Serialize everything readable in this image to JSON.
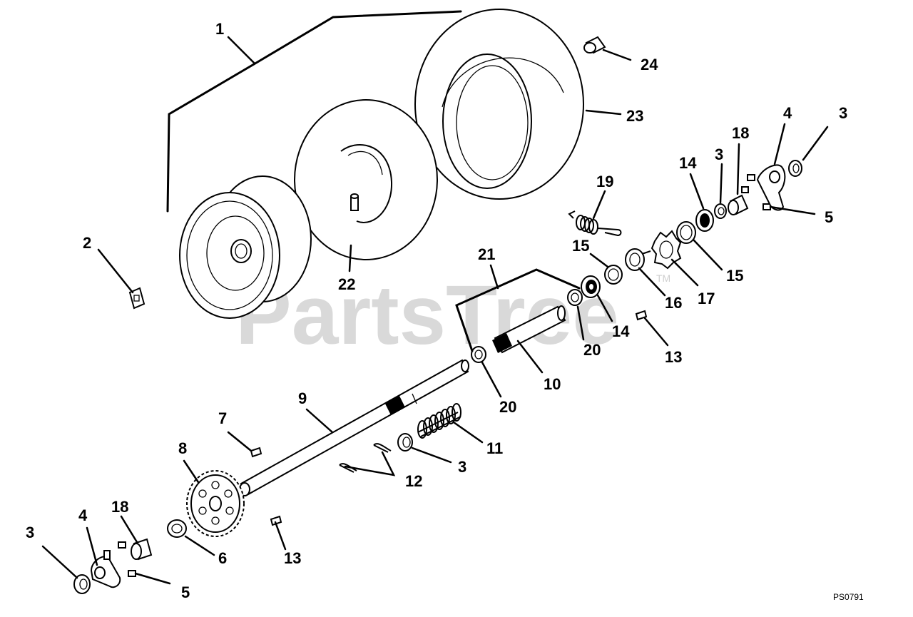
{
  "diagram": {
    "watermark": "PartsTree",
    "watermark_mark": "TM",
    "drawing_code": "PS0791",
    "callouts": {
      "c1": "1",
      "c2": "2",
      "c3a": "3",
      "c3b": "3",
      "c3c": "3",
      "c3d": "3",
      "c4a": "4",
      "c4b": "4",
      "c5a": "5",
      "c5b": "5",
      "c6": "6",
      "c7": "7",
      "c8": "8",
      "c9": "9",
      "c10": "10",
      "c11": "11",
      "c12": "12",
      "c13a": "13",
      "c13b": "13",
      "c14a": "14",
      "c14b": "14",
      "c15a": "15",
      "c15b": "15",
      "c16": "16",
      "c17": "17",
      "c18a": "18",
      "c18b": "18",
      "c19": "19",
      "c20a": "20",
      "c20b": "20",
      "c21": "21",
      "c22": "22",
      "c23": "23",
      "c24": "24"
    }
  }
}
